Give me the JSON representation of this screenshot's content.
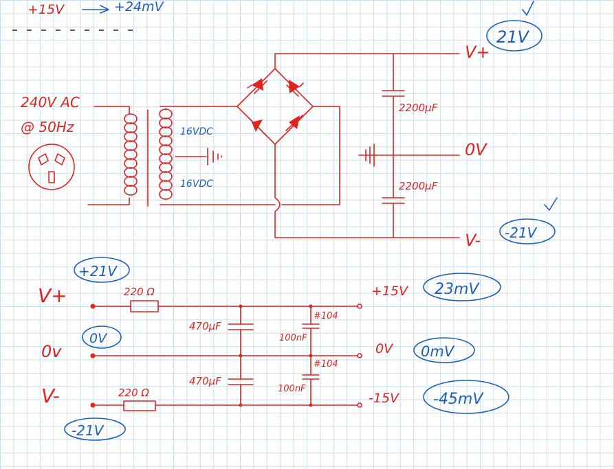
{
  "colors": {
    "ink_red": "#e0231e",
    "ink_blue": "#1d5fb8",
    "grid": "#c9dcf0",
    "background": "#ffffff"
  },
  "top_note": {
    "from": "+15V",
    "to": "+24mV"
  },
  "supply": {
    "input_label": "240V AC",
    "frequency_label": "@ 50Hz",
    "secondary_top": "16VDC",
    "secondary_bottom": "16VDC",
    "cap_top": "2200µF",
    "cap_bottom": "2200µF",
    "rail_pos": "V+",
    "rail_zero": "0V",
    "rail_neg": "V-"
  },
  "measurements": {
    "vplus": "21V",
    "vminus": "-21V",
    "in_pos": "+21V",
    "in_zero": "0V",
    "in_neg": "-21V",
    "out_pos": "23mV",
    "out_zero": "0mV",
    "out_neg": "-45mV"
  },
  "regulator": {
    "in_pos_label": "V+",
    "in_zero_label": "0v",
    "in_neg_label": "V-",
    "res_top": "220 Ω",
    "res_bottom": "220 Ω",
    "cap_470_top": "470µF",
    "cap_470_bottom": "470µF",
    "cap_100_top": "100nF",
    "cap_100_bottom": "100nF",
    "code_top": "#104",
    "code_bottom": "#104",
    "out_pos_label": "+15V",
    "out_zero_label": "0V",
    "out_neg_label": "-15V"
  }
}
